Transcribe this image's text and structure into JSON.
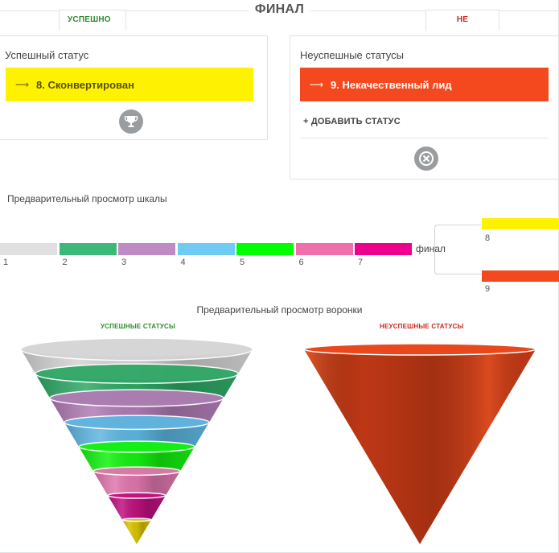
{
  "header": {
    "title": "ФИНАЛ",
    "tab_success": "УСПЕШНО",
    "tab_fail": "НЕ УСПЕШНО"
  },
  "success_panel": {
    "title": "Успешный статус",
    "status_label": "8. Сконвертирован",
    "status_color": "#fff200",
    "icon": "trophy-icon"
  },
  "fail_panel": {
    "title": "Неуспешные статусы",
    "status_label": "9. Некачественный лид",
    "status_color": "#f4491f",
    "add_label": "+ ДОБАВИТЬ СТАТУС",
    "icon": "close-circle-icon"
  },
  "scale": {
    "title": "Предварительный просмотр шкалы",
    "segments": [
      {
        "num": "1",
        "color": "#e0e0e0"
      },
      {
        "num": "2",
        "color": "#3cb878"
      },
      {
        "num": "3",
        "color": "#bf8bc4"
      },
      {
        "num": "4",
        "color": "#6fcbf3"
      },
      {
        "num": "5",
        "color": "#00ff00"
      },
      {
        "num": "6",
        "color": "#f06eaa"
      },
      {
        "num": "7",
        "color": "#ec008c"
      }
    ],
    "final_label": "финал",
    "final_success": {
      "num": "8",
      "color": "#fff200"
    },
    "final_fail": {
      "num": "9",
      "color": "#f4491f"
    }
  },
  "funnel": {
    "title": "Предварительный просмотр воронки",
    "success_title": "УСПЕШНЫЕ СТАТУСЫ",
    "fail_title": "НЕУСПЕШНЫЕ СТАТУСЫ",
    "success_colors": [
      "#d4d4d4",
      "#2fa866",
      "#b07cb5",
      "#5eb6e0",
      "#13f20f",
      "#e076ad",
      "#c0117f",
      "#d8c400"
    ],
    "fail_color": "#c83a16"
  }
}
